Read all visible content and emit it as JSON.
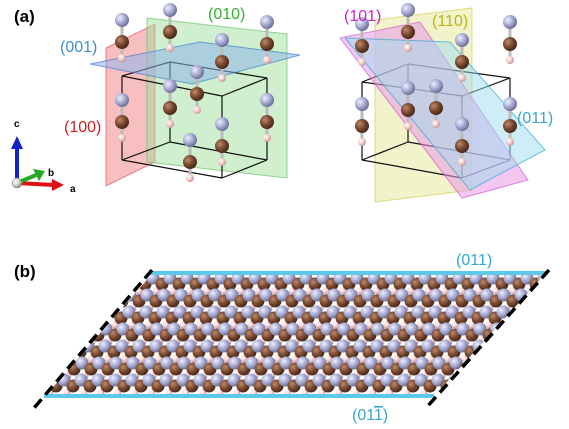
{
  "panel_a_label": "(a)",
  "panel_b_label": "(b)",
  "planes": {
    "p001": "(001)",
    "p010": "(010)",
    "p100": "(100)",
    "p101": "(101)",
    "p110": "(110)",
    "p011": "(011)"
  },
  "panel_b": {
    "top_plane": "(011)",
    "bottom_plane_prefix": "(01",
    "bottom_plane_bar_digit": "1",
    "bottom_plane_suffix": ")"
  },
  "axes": {
    "a": "a",
    "b": "b",
    "c": "c"
  },
  "colors": {
    "plane_001": "#5b9bd5",
    "plane_010": "#3cb43c",
    "plane_100": "#cc2020",
    "plane_101": "#cc22cc",
    "plane_110": "#b8b814",
    "plane_011": "#35a8d0",
    "slab_edge": "#5ec8e8",
    "nitrogen": "#a9acd4",
    "carbon": "#7a4a32",
    "hydrogen": "#f2c6c6",
    "axis_a": "#dd1111",
    "axis_b": "#22aa22",
    "axis_c": "#1122cc"
  }
}
